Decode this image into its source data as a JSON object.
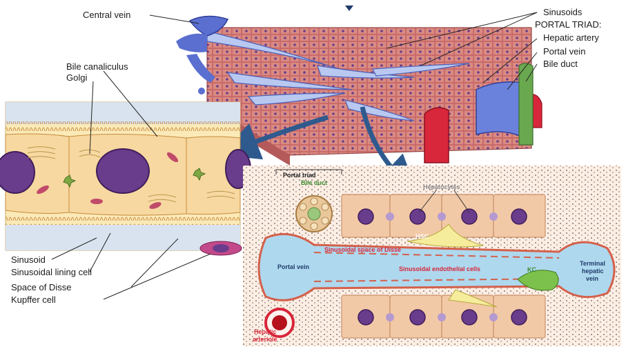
{
  "top_panel": {
    "central_vein": "Central vein",
    "sinusoids": "Sinusoids",
    "portal_triad_title": "PORTAL TRIAD:",
    "hepatic_artery": "Hepatic artery",
    "portal_vein": "Portal vein",
    "bile_duct": "Bile duct"
  },
  "left_panel": {
    "bile_canaliculus": "Bile canaliculus",
    "golgi": "Golgi",
    "sinusoid": "Sinusoid",
    "sinusoidal_lining_cell": "Sinusoidal lining cell",
    "space_of_disse": "Space of Disse",
    "kupffer_cell": "Kupffer cell"
  },
  "right_panel": {
    "portal_triad": "Portal triad",
    "bile_duct": "Bile duct",
    "hepatocytes": "Hepatocytes",
    "hsc": "HSC",
    "sinusoidal_space_of_disse": "Sinusoidal space of Disse",
    "portal_vein": "Portal vein",
    "sinusoidal_endothelial_cells": "Sinusoidal endothelial cells",
    "kc": "KC",
    "terminal_hepatic_vein_1": "Terminal",
    "terminal_hepatic_vein_2": "hepatic",
    "terminal_hepatic_vein_3": "vein",
    "hepatic_arteriole_1": "Hepatic",
    "hepatic_arteriole_2": "arteriole"
  },
  "colors": {
    "vein_blue": "#5a6fd0",
    "artery_red": "#d8263a",
    "bile_green": "#6aa84f",
    "hepatocyte_tan": "#f2c9a6",
    "cytoplasm_yellow": "#fbeab8",
    "nucleus_purple": "#6a3c8c",
    "arrow_blue": "#2e5a8e"
  }
}
